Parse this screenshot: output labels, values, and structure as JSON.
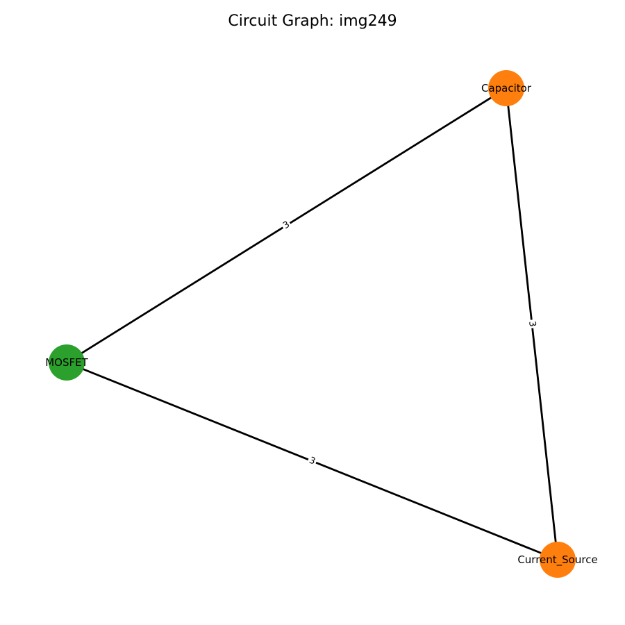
{
  "title": "Circuit Graph: img249",
  "colors": {
    "orange": "#ff7f0e",
    "green": "#2ca02c",
    "edge": "#000000"
  },
  "nodes": [
    {
      "id": "capacitor",
      "label": "Capacitor",
      "color": "#ff7f0e"
    },
    {
      "id": "mosfet",
      "label": "MOSFET",
      "color": "#2ca02c"
    },
    {
      "id": "current_source",
      "label": "Current_Source",
      "color": "#ff7f0e"
    }
  ],
  "edges": [
    {
      "source": "capacitor",
      "target": "mosfet",
      "label": "3"
    },
    {
      "source": "capacitor",
      "target": "current_source",
      "label": "3"
    },
    {
      "source": "mosfet",
      "target": "current_source",
      "label": "3"
    }
  ]
}
